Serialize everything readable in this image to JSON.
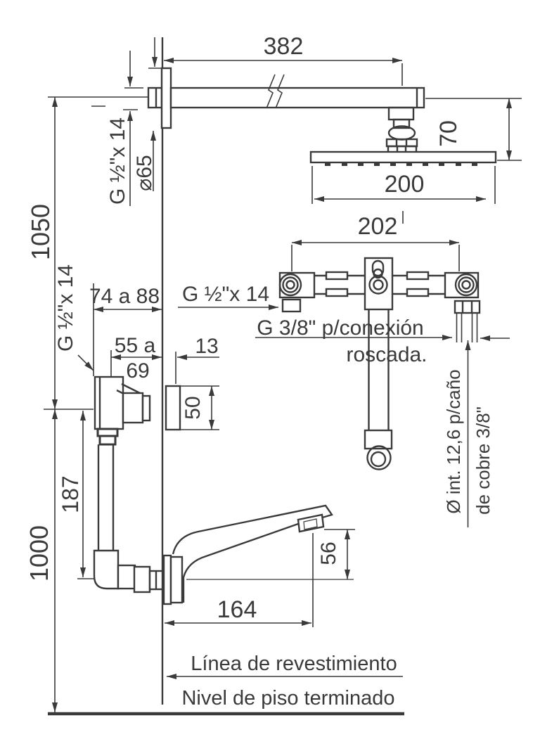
{
  "diagram": {
    "dims": {
      "arm_length": "382",
      "head_drop": "70",
      "head_size": "200",
      "union_centers": "202",
      "rough_in_range": "74 a 88",
      "depth_range_line1": "55 a",
      "depth_range_line2": "69",
      "trim_offset": "13",
      "handle_size": "50",
      "shower_height": "1050",
      "valve_height": "1000",
      "spout_drop": "187",
      "spout_reach": "164",
      "outlet_drop": "56",
      "flange_dia": "⌀65"
    },
    "labels": {
      "arm_thread": "G ½\"x 14",
      "union_thread": "G ½\"x 14",
      "valve_thread": "G ½\"x 14",
      "adapter_line1": "G 3/8\" p/conexión",
      "adapter_line2": "roscada.",
      "copper_line1": "Ø int. 12,6 p/caño",
      "copper_line2": "de cobre 3/8\"",
      "wall_line": "Línea de revestimiento",
      "floor_line": "Nivel de piso terminado"
    },
    "colors": {
      "ink": "#3a3a3a",
      "paper": "#ffffff"
    }
  }
}
